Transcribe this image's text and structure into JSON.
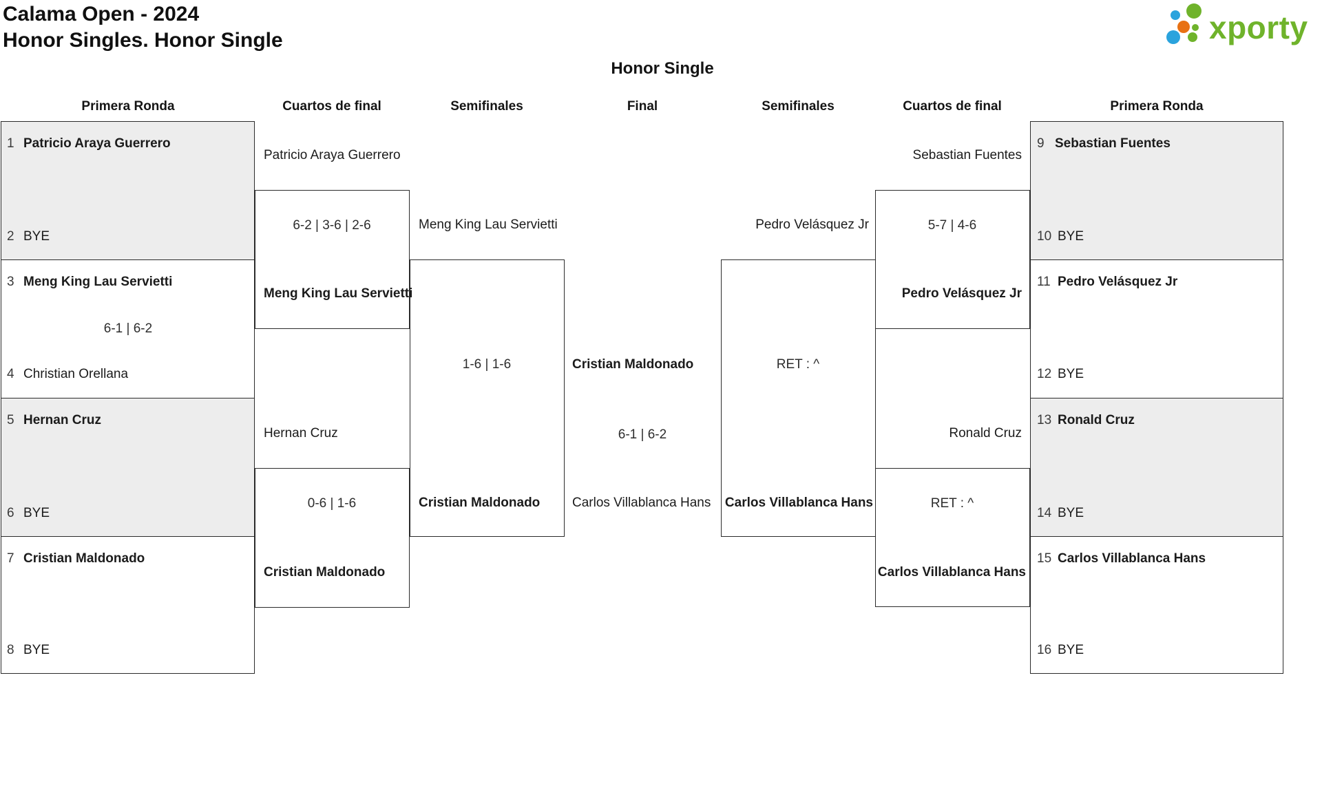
{
  "page": {
    "title_line1": "Calama Open - 2024",
    "title_line2": "Honor Singles. Honor Single"
  },
  "logo": {
    "brand": "xporty"
  },
  "bracket": {
    "title": "Honor Single"
  },
  "round_headers": {
    "left_r1": "Primera Ronda",
    "left_qf": "Cuartos de final",
    "left_sf": "Semifinales",
    "final": "Final",
    "right_sf": "Semifinales",
    "right_qf": "Cuartos de final",
    "right_r1": "Primera Ronda"
  },
  "r1_left": [
    {
      "top_seed": "1",
      "top_name": "Patricio Araya Guerrero",
      "score": "",
      "bottom_seed": "2",
      "bottom_name": "BYE"
    },
    {
      "top_seed": "3",
      "top_name": "Meng King Lau Servietti",
      "score": "6-1 | 6-2",
      "bottom_seed": "4",
      "bottom_name": "Christian Orellana"
    },
    {
      "top_seed": "5",
      "top_name": "Hernan Cruz",
      "score": "",
      "bottom_seed": "6",
      "bottom_name": "BYE"
    },
    {
      "top_seed": "7",
      "top_name": "Cristian Maldonado",
      "score": "",
      "bottom_seed": "8",
      "bottom_name": "BYE"
    }
  ],
  "r1_right": [
    {
      "top_seed": "9",
      "top_name": "Sebastian Fuentes",
      "score": "",
      "bottom_seed": "10",
      "bottom_name": "BYE"
    },
    {
      "top_seed": "11",
      "top_name": "Pedro Velásquez Jr",
      "score": "",
      "bottom_seed": "12",
      "bottom_name": "BYE"
    },
    {
      "top_seed": "13",
      "top_name": "Ronald Cruz",
      "score": "",
      "bottom_seed": "14",
      "bottom_name": "BYE"
    },
    {
      "top_seed": "15",
      "top_name": "Carlos Villablanca Hans",
      "score": "",
      "bottom_seed": "16",
      "bottom_name": "BYE"
    }
  ],
  "qf_left": [
    {
      "entrant": "Patricio Araya Guerrero",
      "score": "6-2 | 3-6 | 2-6",
      "winner": "Meng King Lau Servietti"
    },
    {
      "entrant": "Hernan Cruz",
      "score": "0-6 | 1-6",
      "winner": "Cristian Maldonado"
    }
  ],
  "qf_right": [
    {
      "entrant": "Sebastian Fuentes",
      "score": "5-7 | 4-6",
      "winner": "Pedro Velásquez Jr"
    },
    {
      "entrant": "Ronald Cruz",
      "score": "RET : ^",
      "winner": "Carlos Villablanca Hans"
    }
  ],
  "sf_left": {
    "entrant": "Meng King Lau Servietti",
    "score": "1-6 | 1-6",
    "winner": "Cristian Maldonado"
  },
  "sf_right": {
    "entrant": "Pedro Velásquez Jr",
    "score": "RET : ^",
    "winner": "Carlos Villablanca Hans"
  },
  "final": {
    "winner": "Cristian Maldonado",
    "score": "6-1 | 6-2",
    "runner_up": "Carlos Villablanca Hans"
  },
  "colors": {
    "logo_green": "#6fb32b",
    "logo_blue": "#2aa3dd",
    "logo_orange": "#e87113",
    "box_gray": "#ededed",
    "line": "#2a2a2a"
  }
}
